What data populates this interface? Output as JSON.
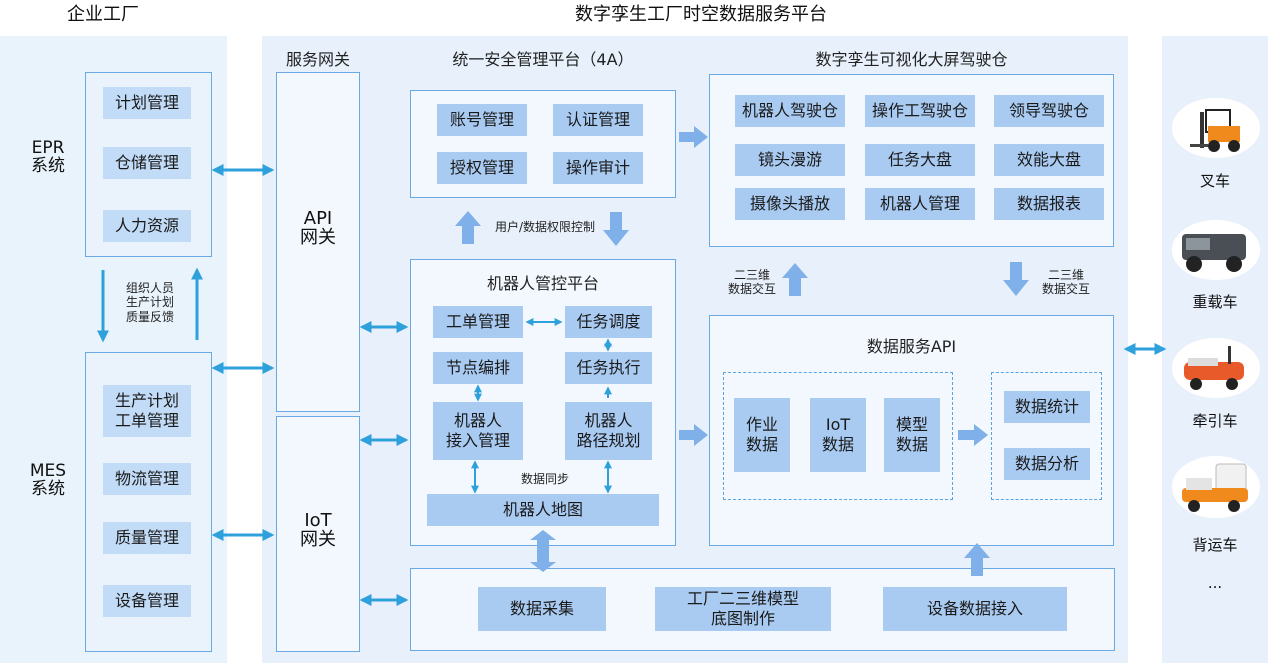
{
  "headers": {
    "left": "企业工厂",
    "center": "数字孪生工厂时空数据服务平台"
  },
  "enterprise": {
    "epr_label": "EPR\n系统",
    "epr_items": [
      "计划管理",
      "仓储管理",
      "人力资源"
    ],
    "link_text": "组织人员\n生产计划\n质量反馈",
    "mes_label": "MES\n系统",
    "mes_items": [
      "生产计划\n工单管理",
      "物流管理",
      "质量管理",
      "设备管理"
    ]
  },
  "gateway": {
    "title": "服务网关",
    "api": "API\n网关",
    "iot": "IoT\n网关"
  },
  "security": {
    "title": "统一安全管理平台（4A）",
    "items": [
      "账号管理",
      "认证管理",
      "授权管理",
      "操作审计"
    ],
    "control_text": "用户/数据权限控制"
  },
  "cockpit": {
    "title": "数字孪生可视化大屏驾驶仓",
    "items": [
      "机器人驾驶仓",
      "操作工驾驶仓",
      "领导驾驶仓",
      "镜头漫游",
      "任务大盘",
      "效能大盘",
      "摄像头播放",
      "机器人管理",
      "数据报表"
    ]
  },
  "robot_platform": {
    "title": "机器人管控平台",
    "work_order": "工单管理",
    "task_dispatch": "任务调度",
    "node_orchestration": "节点编排",
    "task_exec": "任务执行",
    "robot_access": "机器人\n接入管理",
    "path_planning": "机器人\n路径规划",
    "sync_text": "数据同步",
    "robot_map": "机器人地图"
  },
  "interaction": {
    "left": "二三维\n数据交互",
    "right": "二三维\n数据交互"
  },
  "data_api": {
    "title": "数据服务API",
    "data_items": [
      "作业\n数据",
      "IoT\n数据",
      "模型\n数据"
    ],
    "stat_items": [
      "数据统计",
      "数据分析"
    ]
  },
  "collection": {
    "items": [
      "数据采集",
      "工厂二三维模型\n底图制作",
      "设备数据接入"
    ]
  },
  "vehicles": {
    "items": [
      "叉车",
      "重载车",
      "牵引车",
      "背运车"
    ],
    "more": "..."
  },
  "colors": {
    "arrow": "#2ea0dc",
    "fat_arrow": "#7fb0ea",
    "tile": "#a9cbf2",
    "border": "#6aa9e4",
    "panel": "#e7f0fb"
  }
}
